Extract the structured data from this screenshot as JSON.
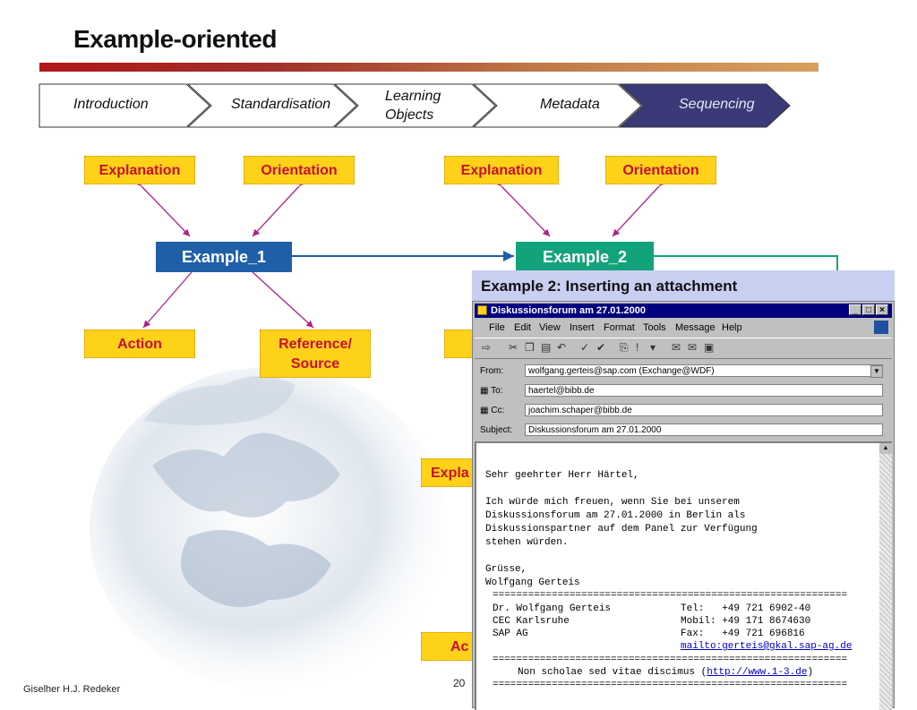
{
  "title": "Example-oriented",
  "breadcrumb": [
    "Introduction",
    "Standardisation",
    "Learning Objects",
    "Metadata",
    "Sequencing"
  ],
  "diagram": {
    "left": {
      "explanation": "Explanation",
      "orientation": "Orientation",
      "example": "Example_1",
      "action": "Action",
      "reference": "Reference/ Source"
    },
    "right": {
      "explanation": "Explanation",
      "orientation": "Orientation",
      "example": "Example_2"
    },
    "partial_expl": "Expla",
    "partial_act": "Ac"
  },
  "email_panel": {
    "header": "Example 2: Inserting an attachment",
    "window_title": "Diskussionsforum am 27.01.2000",
    "menu": [
      "File",
      "Edit",
      "View",
      "Insert",
      "Format",
      "Tools",
      "Message",
      "Help"
    ],
    "from_label": "From:",
    "from_value": "wolfgang.gerteis@sap.com    (Exchange@WDF)",
    "to_label": "To:",
    "to_value": "haertel@bibb.de",
    "cc_label": "Cc:",
    "cc_value": "joachim.schaper@bibb.de",
    "subject_label": "Subject:",
    "subject_value": "Diskussionsforum am 27.01.2000",
    "body": [
      "Sehr geehrter Herr Härtel,",
      "",
      "Ich würde mich freuen, wenn Sie bei unserem",
      "Diskussionsforum am 27.01.2000 in Berlin als",
      "Diskussionspartner auf dem Panel zur Verfügung",
      "stehen würden.",
      "",
      "Grüsse,",
      "Wolfgang Gerteis"
    ],
    "sig_rule": "============================================================",
    "sig_left": [
      "Dr. Wolfgang Gerteis",
      "CEC Karlsruhe",
      "SAP AG"
    ],
    "sig_right": [
      "Tel:   +49 721 6902-40",
      "Mobil: +49 171 8674630",
      "Fax:   +49 721 696816"
    ],
    "sig_mail": "mailto:gerteis@gkal.sap-ag.de",
    "motto_text": "Non scholae sed vitae discimus (",
    "motto_link": "http://www.1-3.de",
    "motto_end": ")"
  },
  "footer": {
    "author": "Giselher H.J. Redeker",
    "page": "20"
  },
  "colors": {
    "node_blue": "#1f5fa8",
    "node_green": "#13a37c",
    "yellow": "#ffd21a",
    "label_red": "#c8102e",
    "active_tab": "#3a3a78"
  }
}
